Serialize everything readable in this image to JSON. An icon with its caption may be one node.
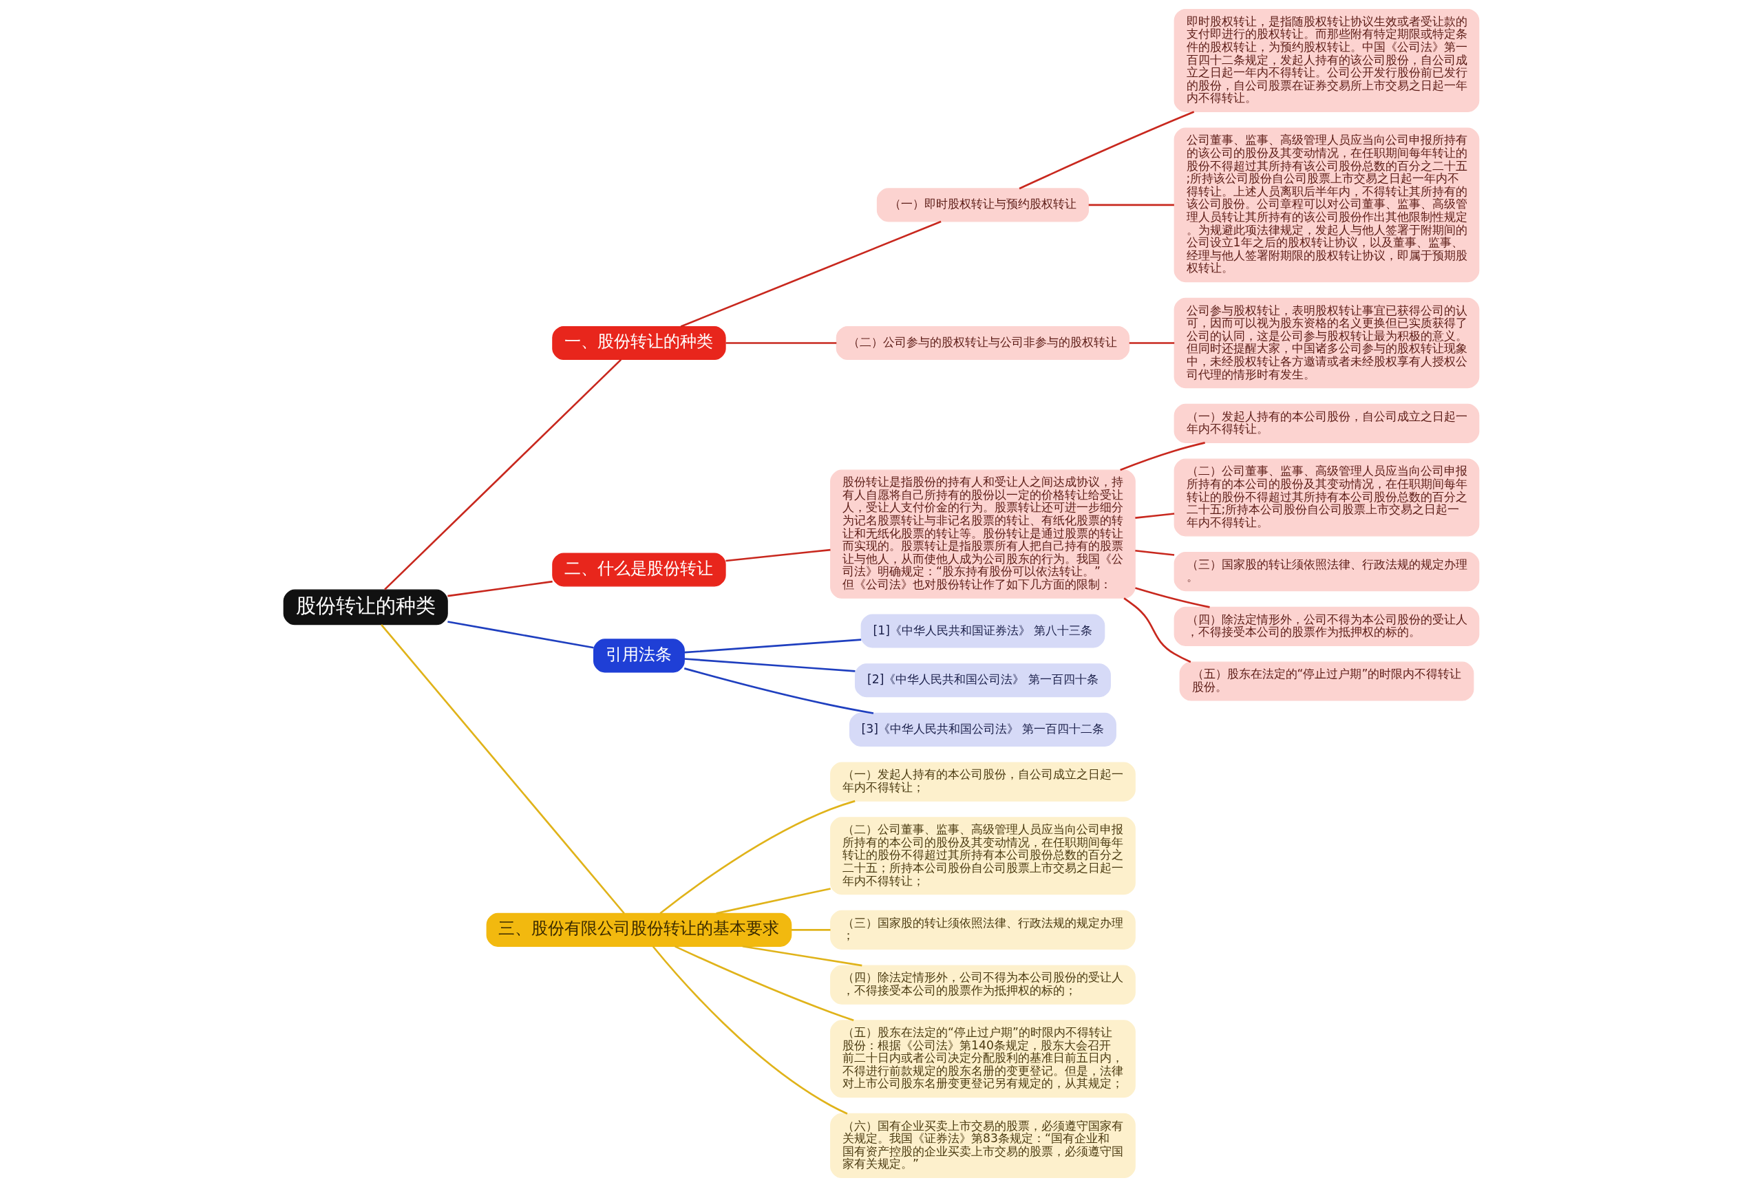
{
  "diagram": {
    "nodes": [
      {
        "text": [
          "股份转让的种类"
        ]
      },
      {
        "text": [
          "一、股份转让的种类"
        ]
      },
      {
        "text": [
          "（一）即时股权转让与预约股权转让"
        ]
      },
      {
        "text": [
          "即时股权转让，是指随股权转让协议生效或者受让款的支付即进行的股权转让。而那些附有特定期限或特定条件的股权转让，为预约股权转让。中国《公司法》第一百四十二条规定，发起人持有的该公司股份，自公司成立之日起一年内不得转让。公司公开发行股份前已发行的股份，自公司股票在证券交易所上市交易之日起一年内不得转让。"
        ]
      },
      {
        "text": [
          "公司董事、监事、高级管理人员应当向公司申报所持有的该公司的股份及其变动情况，在任职期间每年转让的股份不得超过其所持有该公司股份总数的百分之二十五;所持该公司股份自公司股票上市交易之日起一年内不得转让。上述人员离职后半年内，不得转让其所持有的该公司股份。公司章程可以对公司董事、监事、高级管理人员转让其所持有的该公司股份作出其他限制性规定。为规避此项法律规定，发起人与他人签署于附期间的公司设立1年之后的股权转让协议，以及董事、监事、经理与他人签署附期限的股权转让协议，即属于预期股权转让。"
        ]
      },
      {
        "text": [
          "（二）公司参与的股权转让与公司非参与的股权转让"
        ]
      },
      {
        "text": [
          "公司参与股权转让，表明股权转让事宜已获得公司的认可，因而可以视为股东资格的名义更换但已实质获得了公司的认同，这是公司参与股权转让最为积极的意义。但同时还提醒大家，中国诸多公司参与的股权转让现象中，未经股权转让各方邀请或者未经股权享有人授权公司代理的情形时有发生。"
        ]
      },
      {
        "text": [
          "二、什么是股份转让"
        ]
      },
      {
        "text": [
          "股份转让是指股份的持有人和受让人之间达成协议，持有人自愿将自己所持有的股份以一定的价格转让给受让人，受让人支付价金的行为。股票转让还可进一步细分为记名股票转让与非记名股票的转让、有纸化股票的转让和无纸化股票的转让等。股份转让是通过股票的转让而实现的。股票转让是指股票所有人把自己持有的股票让与他人，从而使他人成为公司股东的行为。我国《公司法》明确规定：“股东持有股份可以依法转让。” 但《公司法》也对股份转让作了如下几方面的限制："
        ]
      },
      {
        "text": [
          "（一）发起人持有的本公司股份，自公司成立之日起一年内不得转让。"
        ]
      },
      {
        "text": [
          "（二）公司董事、监事、高级管理人员应当向公司申报所持有的本公司的股份及其变动情况，在任职期间每年转让的股份不得超过其所持有本公司股份总数的百分之二十五;所持本公司股份自公司股票上市交易之日起一年内不得转让。"
        ]
      },
      {
        "text": [
          "（三）国家股的转让须依照法律、行政法规的规定办理。"
        ]
      },
      {
        "text": [
          "（四）除法定情形外，公司不得为本公司股份的受让人，不得接受本公司的股票作为抵押权的标的。"
        ]
      },
      {
        "text": [
          "（五）股东在法定的“停止过户期”的时限内不得转让股份。"
        ]
      },
      {
        "text": [
          "引用法条"
        ]
      },
      {
        "text": [
          "[1]《中华人民共和国证券法》 第八十三条"
        ]
      },
      {
        "text": [
          "[2]《中华人民共和国公司法》 第一百四十条"
        ]
      },
      {
        "text": [
          "[3]《中华人民共和国公司法》 第一百四十二条"
        ]
      },
      {
        "text": [
          "三、股份有限公司股份转让的基本要求"
        ]
      },
      {
        "text": [
          "（一）发起人持有的本公司股份，自公司成立之日起一年内不得转让；"
        ]
      },
      {
        "text": [
          "（二）公司董事、监事、高级管理人员应当向公司申报所持有的本公司的股份及其变动情况，在任职期间每年转让的股份不得超过其所持有本公司股份总数的百分之二十五；所持本公司股份自公司股票上市交易之日起一年内不得转让；"
        ]
      },
      {
        "text": [
          "（三）国家股的转让须依照法律、行政法规的规定办理；"
        ]
      },
      {
        "text": [
          "（四）除法定情形外，公司不得为本公司股份的受让人，不得接受本公司的股票作为抵押权的标的；"
        ]
      },
      {
        "text": [
          "（五）股东在法定的“停止过户期”的时限内不得转让股份：根据《公司法》第140条规定，股东大会召开前二十日内或者公司决定分配股利的基准日前五日内，不得进行前款规定的股东名册的变更登记。但是，法律对上市公司股东名册变更登记另有规定的，从其规定；"
        ]
      },
      {
        "text": [
          "（六）国有企业买卖上市交易的股票，必须遵守国家有关规定。我国《证券法》第83条规定：“国有企业和国有资产控股的企业买卖上市交易的股票，必须遵守国家有关规定。”"
        ]
      }
    ],
    "edges": [
      {
        "from": 0,
        "to": 1,
        "arrow": "none"
      },
      {
        "from": 1,
        "to": 2,
        "arrow": "none"
      },
      {
        "from": 2,
        "to": 3,
        "arrow": "none"
      },
      {
        "from": 2,
        "to": 4,
        "arrow": "none"
      },
      {
        "from": 1,
        "to": 5,
        "arrow": "none"
      },
      {
        "from": 5,
        "to": 6,
        "arrow": "none"
      },
      {
        "from": 0,
        "to": 7,
        "arrow": "none"
      },
      {
        "from": 7,
        "to": 8,
        "arrow": "none"
      },
      {
        "from": 8,
        "to": 9,
        "arrow": "none"
      },
      {
        "from": 8,
        "to": 10,
        "arrow": "none"
      },
      {
        "from": 8,
        "to": 11,
        "arrow": "none"
      },
      {
        "from": 8,
        "to": 12,
        "arrow": "none"
      },
      {
        "from": 8,
        "to": 13,
        "arrow": "none"
      },
      {
        "from": 0,
        "to": 14,
        "arrow": "none",
        "color": "#1f3fbf"
      },
      {
        "from": 14,
        "to": 15,
        "arrow": "none",
        "color": "#1f3fbf"
      },
      {
        "from": 14,
        "to": 16,
        "arrow": "none",
        "color": "#1f3fbf"
      },
      {
        "from": 14,
        "to": 17,
        "arrow": "none",
        "color": "#1f3fbf"
      },
      {
        "from": 0,
        "to": 18,
        "arrow": "none",
        "color": "#e0b31a"
      },
      {
        "from": 18,
        "to": 19,
        "arrow": "none",
        "color": "#e0b31a"
      },
      {
        "from": 18,
        "to": 20,
        "arrow": "none",
        "color": "#e0b31a"
      },
      {
        "from": 18,
        "to": 21,
        "arrow": "none",
        "color": "#e0b31a"
      },
      {
        "from": 18,
        "to": 22,
        "arrow": "none",
        "color": "#e0b31a"
      },
      {
        "from": 18,
        "to": 23,
        "arrow": "none",
        "color": "#e0b31a"
      },
      {
        "from": 18,
        "to": 24,
        "arrow": "none",
        "color": "#e0b31a"
      }
    ]
  }
}
